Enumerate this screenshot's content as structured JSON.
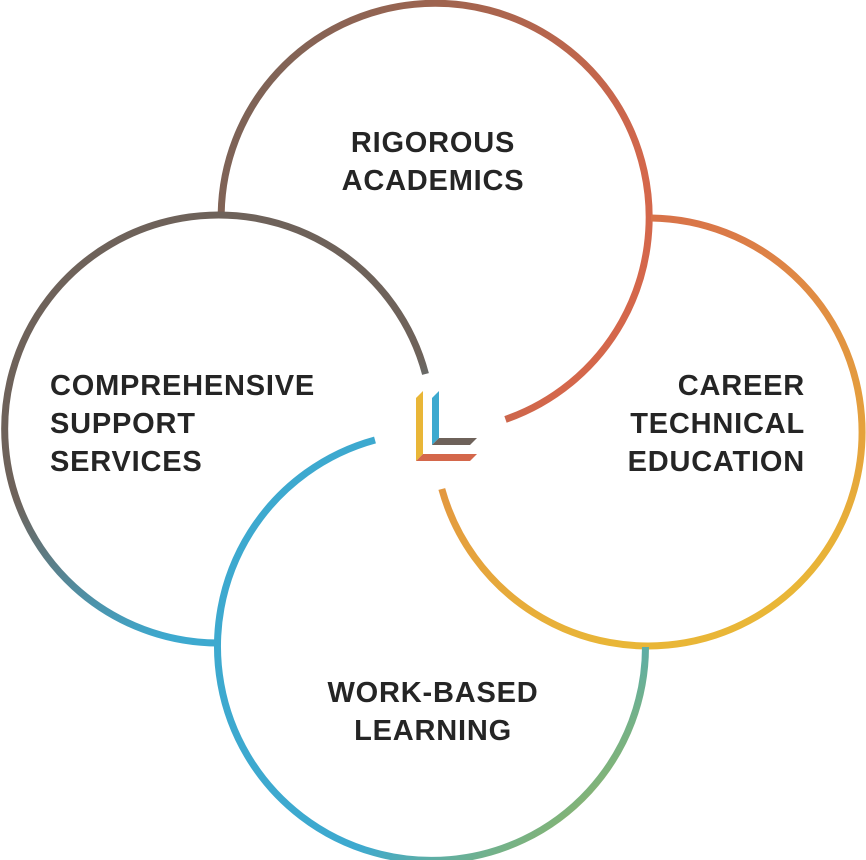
{
  "circles": {
    "top": {
      "lines": [
        "RIGOROUS",
        "ACADEMICS"
      ],
      "color_start": "#6e625a",
      "color_end": "#d4674b"
    },
    "left": {
      "lines": [
        "COMPREHENSIVE",
        "SUPPORT",
        "SERVICES"
      ],
      "color_start": "#6e625a",
      "color_end": "#3da9cf"
    },
    "right": {
      "lines": [
        "CAREER",
        "TECHNICAL",
        "EDUCATION"
      ],
      "color_start": "#d4674b",
      "color_end": "#e9b637"
    },
    "bottom": {
      "lines": [
        "WORK-BASED",
        "LEARNING"
      ],
      "color_start": "#3da9cf",
      "color_end": "#e9b637"
    }
  },
  "center_logo": {
    "icon": "stacked-l-logo",
    "colors": [
      "#e9b637",
      "#3da9cf",
      "#6e625a",
      "#d4674b"
    ]
  }
}
